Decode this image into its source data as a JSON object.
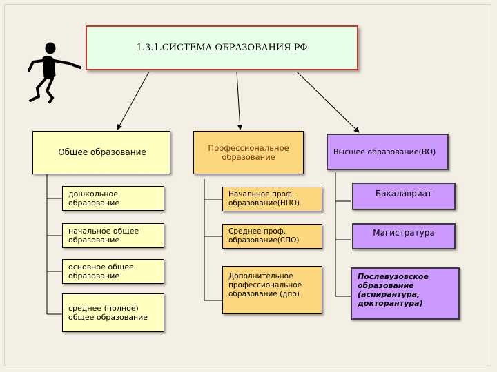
{
  "title": "1.3.1.СИСТЕМА ОБРАЗОВАНИЯ РФ",
  "columns": {
    "general": {
      "header": "Общее образование",
      "items": [
        "дошкольное образование",
        "начальное общее образование",
        "основное общее образование",
        "среднее (полное) общее образование"
      ]
    },
    "professional": {
      "header": "Профессиональное образование",
      "items": [
        "Начальное проф. образование(НПО)",
        "Среднее проф. образование(СПО)",
        "Дополнительное профессиональное образование (дпо)"
      ]
    },
    "higher": {
      "header": "Высшее образование(ВО)",
      "items": [
        "Бакалавриат",
        "Магистратура",
        "Послевузовское образование (аспирантура, докторантура)"
      ]
    }
  },
  "colors": {
    "title_bg": "#e8ffe8",
    "title_border": "#c43a2a",
    "general": "#ffffc0",
    "professional": "#fcd77e",
    "higher": "#cc99ff"
  }
}
